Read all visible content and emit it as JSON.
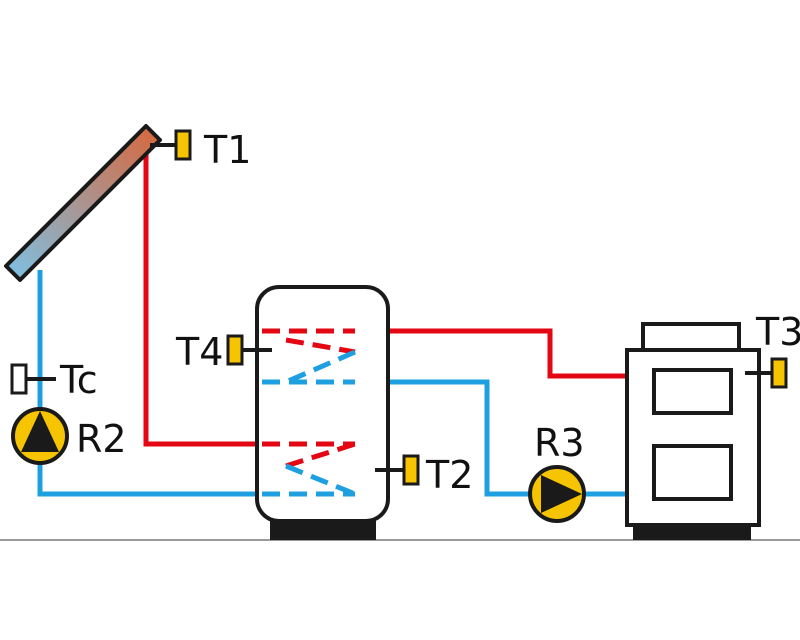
{
  "labels": {
    "t1": "T1",
    "t2": "T2",
    "t3": "T3",
    "t4": "T4",
    "tc": "Tc",
    "r2": "R2",
    "r3": "R3"
  },
  "colors": {
    "hot": "#e30613",
    "cold": "#1ea0e0",
    "sensor": "#f6c400",
    "outline": "#1a1a1a",
    "ground": "#9a9a9a",
    "collector_top": "#d9663a",
    "collector_bottom": "#7cc2e6"
  },
  "icons": {
    "collector": "solar-collector-icon",
    "tank": "storage-tank-icon",
    "boiler": "boiler-icon",
    "pump": "pump-icon",
    "sensor": "temperature-sensor-icon"
  }
}
